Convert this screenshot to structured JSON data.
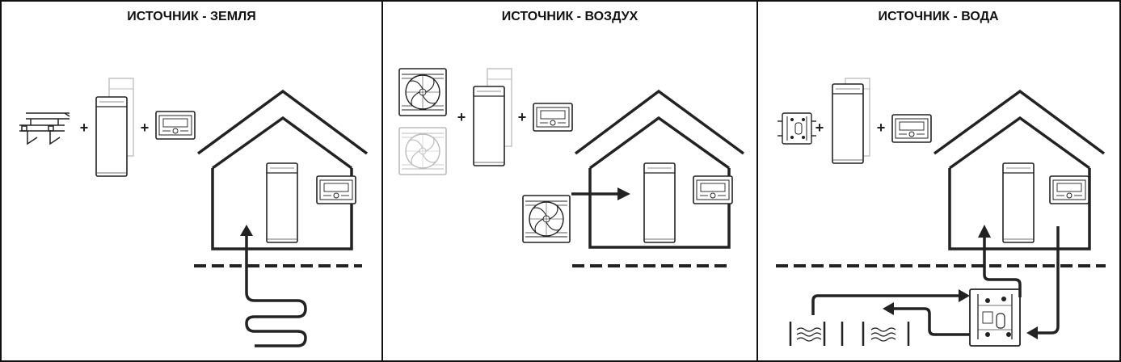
{
  "panels": [
    {
      "id": "ground",
      "title": "ИСТОЧНИК - ЗЕМЛЯ"
    },
    {
      "id": "air",
      "title": "ИСТОЧНИК - ВОЗДУХ"
    },
    {
      "id": "water",
      "title": "ИСТОЧНИК - ВОДА"
    }
  ],
  "plus_sign": "+",
  "colors": {
    "line": "#222222",
    "faded": "#bbbbbb",
    "background": "#ffffff"
  },
  "icons": {
    "ground_collector": "ground-collector-icon",
    "heat_pump": "heat-pump-unit-icon",
    "controller": "controller-icon",
    "fan_unit": "outdoor-fan-unit-icon",
    "water_module": "water-module-icon",
    "water_source": "water-waves-icon"
  }
}
